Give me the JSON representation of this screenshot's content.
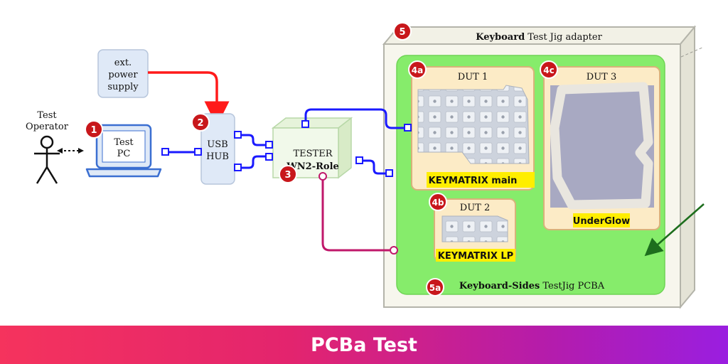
{
  "operator": {
    "line1": "Test",
    "line2": "Operator"
  },
  "power": {
    "line1": "ext.",
    "line2": "power",
    "line3": "supply"
  },
  "pc": {
    "line1": "Test",
    "line2": "PC"
  },
  "hub": {
    "line1": "USB",
    "line2": "HUB"
  },
  "tester": {
    "line1": "TESTER",
    "line2": "WN2-Role"
  },
  "adapter": {
    "title_bold": "Keyboard",
    "title_rest": " Test Jig adapter"
  },
  "pcba": {
    "title_bold": "Keyboard-Sides",
    "title_rest": " TestJig PCBA"
  },
  "duts": [
    {
      "title": "DUT 1",
      "label": "KEYMATRIX main"
    },
    {
      "title": "DUT 2",
      "label": "KEYMATRIX LP"
    },
    {
      "title": "DUT 3",
      "label": "UnderGlow"
    }
  ],
  "badges": {
    "b1": "1",
    "b2": "2",
    "b3": "3",
    "b4a": "4a",
    "b4b": "4b",
    "b4c": "4c",
    "b5": "5",
    "b5a": "5a"
  },
  "footer": {
    "title": "PCBa Test"
  },
  "colors": {
    "usb_link": "#1a1aff",
    "power_link": "#ff1a1a",
    "io_link": "#c0176a",
    "badge": "#c8171b",
    "pcba_green": "#86ec6b",
    "dut_fill": "#fcebc6",
    "dut_border": "#d8b27a",
    "highlight": "#ffee00"
  }
}
